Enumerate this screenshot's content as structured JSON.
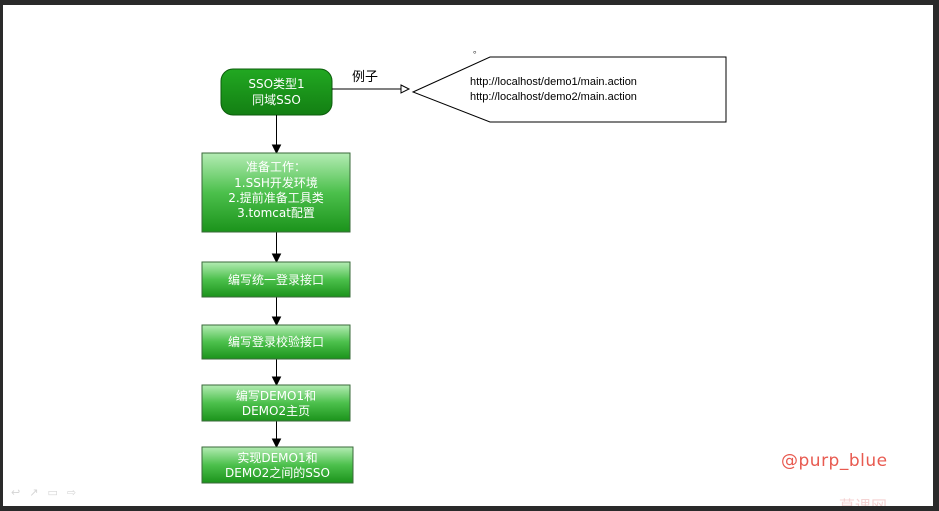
{
  "flow": {
    "start": {
      "line1": "SSO类型1",
      "line2": "同域SSO"
    },
    "example_label": "例子",
    "example_urls": [
      "http://localhost/demo1/main.action",
      "http://localhost/demo2/main.action"
    ],
    "stray_mark": "。",
    "steps": [
      {
        "lines": [
          "准备工作：",
          "1.SSH开发环境",
          "2.提前准备工具类",
          "3.tomcat配置"
        ]
      },
      {
        "lines": [
          "编写统一登录接口"
        ]
      },
      {
        "lines": [
          "编写登录校验接口"
        ]
      },
      {
        "lines": [
          "编写DEMO1和",
          "DEMO2主页"
        ]
      },
      {
        "lines": [
          "实现DEMO1和",
          "DEMO2之间的SSO"
        ]
      }
    ]
  },
  "watermark": "@purp_blue",
  "player_controls": [
    "↩",
    "↗",
    "▭",
    "⇨"
  ],
  "logo": "慕课网",
  "colors": {
    "start_fill": "#1a9a1a",
    "box_top": "#a8e6a8",
    "box_bottom": "#1e9a1e",
    "watermark": "#e85a50"
  }
}
